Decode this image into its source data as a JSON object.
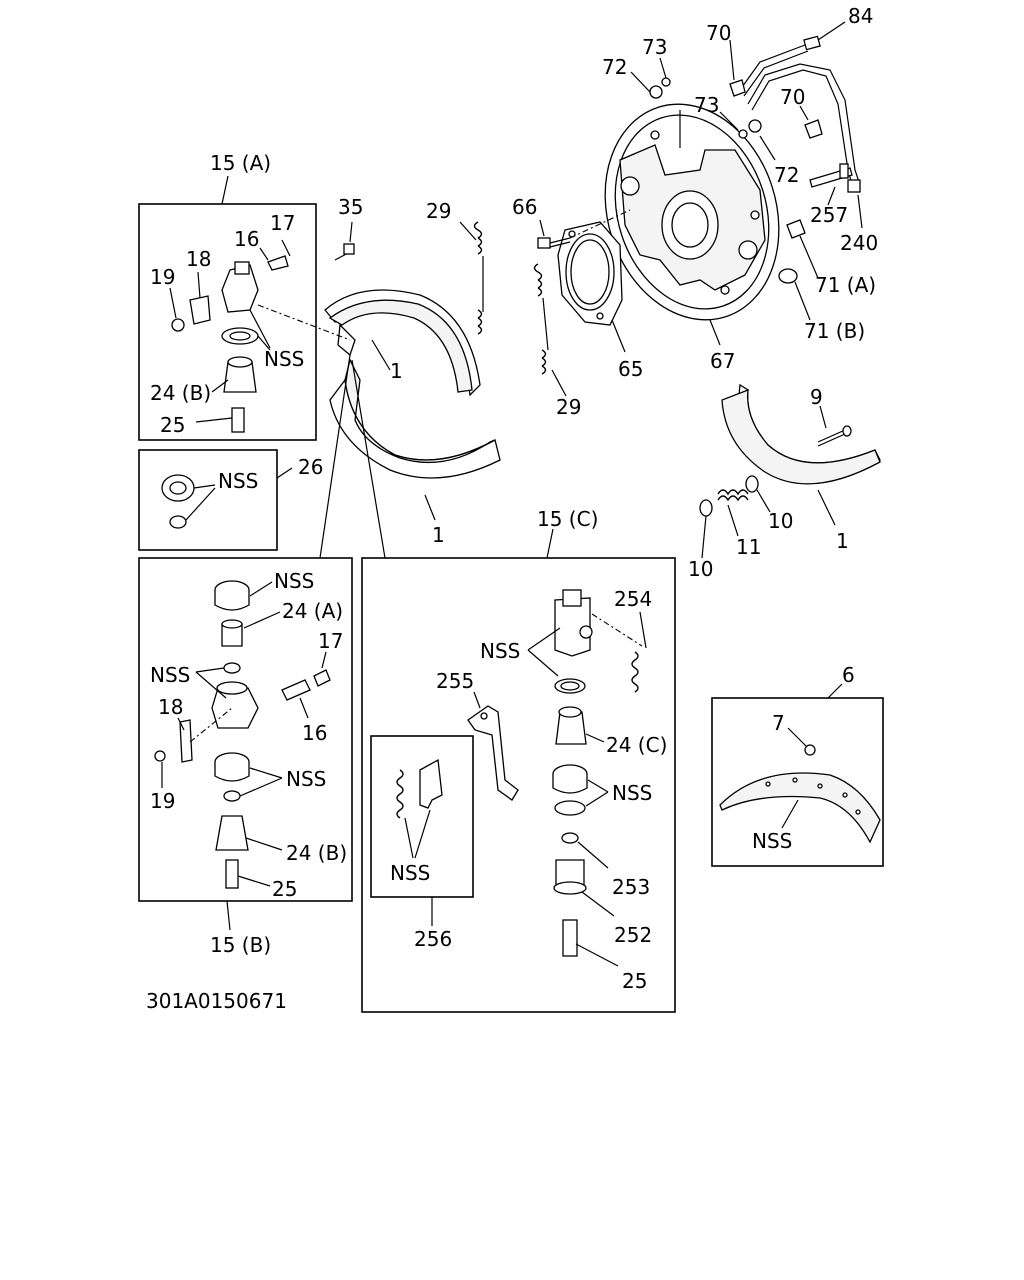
{
  "diagram_id": "301A0150671",
  "labels": {
    "l84": "84",
    "l73a": "73",
    "l70a": "70",
    "l72a": "72",
    "l73b": "73",
    "l70b": "70",
    "l72b": "72",
    "l257": "257",
    "l240": "240",
    "l71a": "71 (A)",
    "l71b": "71 (B)",
    "l67": "67",
    "l66": "66",
    "l65": "65",
    "l29a": "29",
    "l29b": "29",
    "l35": "35",
    "l1a": "1",
    "l1b": "1",
    "l1c": "1",
    "l9": "9",
    "l10a": "10",
    "l10b": "10",
    "l11": "11",
    "l15a": "15 (A)",
    "l15b": "15 (B)",
    "l15c": "15 (C)",
    "l26": "26",
    "l6": "6",
    "l7": "7",
    "a17": "17",
    "a16": "16",
    "a18": "18",
    "a19": "19",
    "aNSS": "NSS",
    "a24b": "24 (B)",
    "a25": "25",
    "c26NSS": "NSS",
    "bNSS1": "NSS",
    "b24a": "24 (A)",
    "b17": "17",
    "bNSS2": "NSS",
    "b18": "18",
    "b16": "16",
    "b19": "19",
    "bNSS3": "NSS",
    "b24b": "24 (B)",
    "b25": "25",
    "c254": "254",
    "cNSS1": "NSS",
    "c255": "255",
    "c24c": "24 (C)",
    "cNSS2": "NSS",
    "c253": "253",
    "c252": "252",
    "c25": "25",
    "c256NSS": "NSS",
    "c256": "256",
    "dNSS": "NSS"
  }
}
